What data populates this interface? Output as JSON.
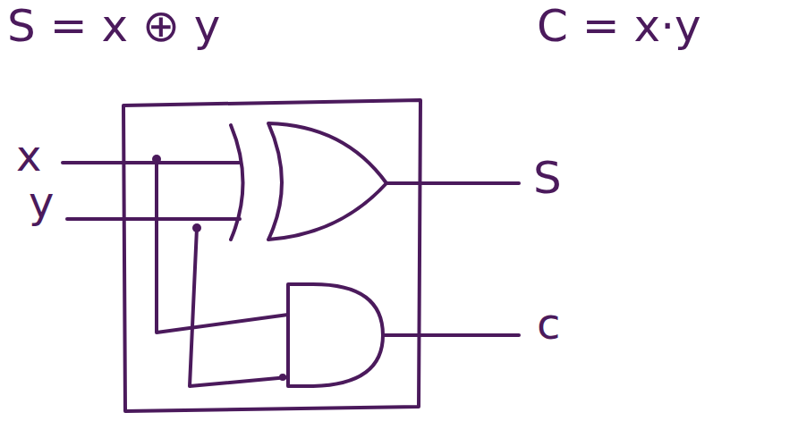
{
  "diagram": {
    "labels": [
      "S = x ⊕ y",
      "C = x·y",
      "x",
      "y",
      "S",
      "c"
    ]
  }
}
